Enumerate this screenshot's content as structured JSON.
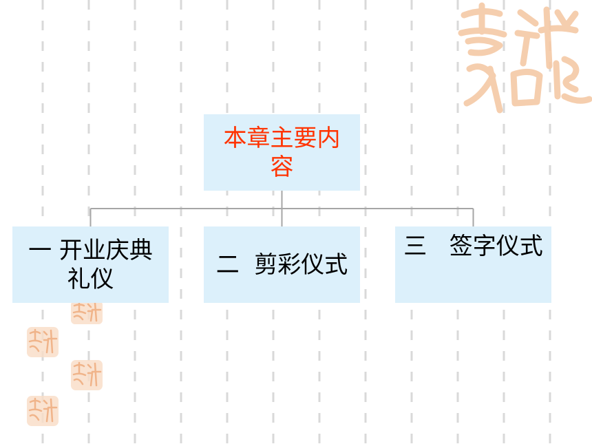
{
  "diagram": {
    "root": {
      "label": "本章主要内容"
    },
    "children": [
      {
        "label": "一  开业庆典礼仪"
      },
      {
        "label": "二  剪彩仪式"
      },
      {
        "label": "三   签字仪式"
      }
    ]
  },
  "colors": {
    "node_fill": "#dcf0fb",
    "root_text": "#ff3300",
    "child_text": "#000000",
    "connector": "#a6a6a6",
    "stripe": "#d9d9d9",
    "watermark": "#f5c9a6"
  }
}
